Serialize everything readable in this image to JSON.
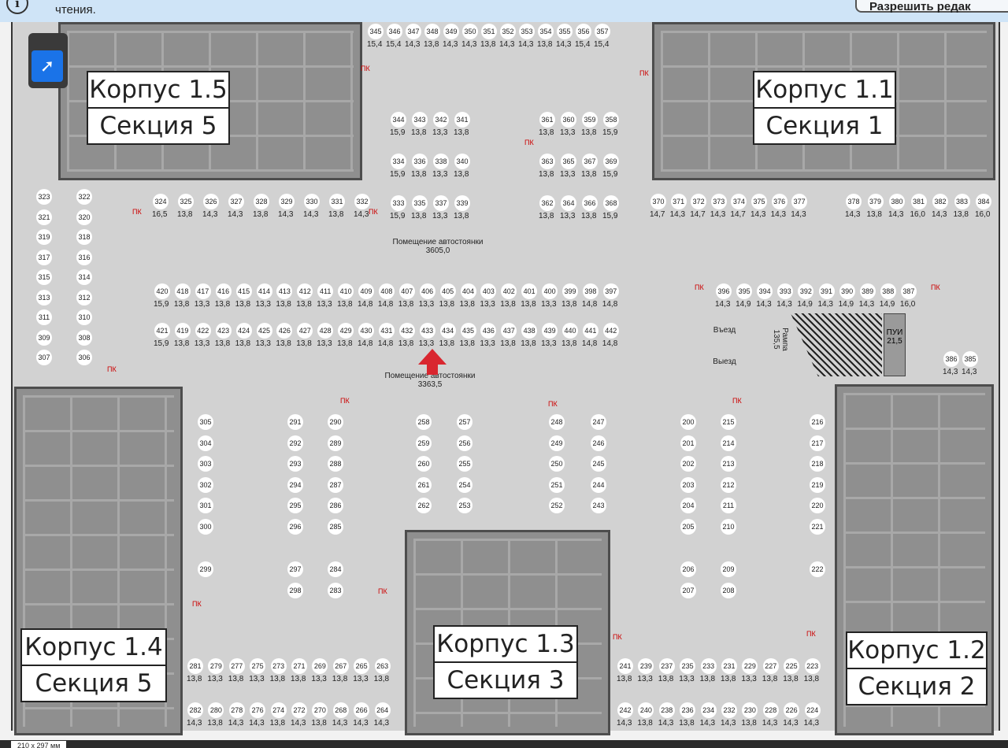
{
  "banner": {
    "message": "чтения.",
    "button": "Разрешить редак"
  },
  "tool": {
    "icon": "pointer-arrow-icon"
  },
  "buildings": [
    {
      "a": "Корпус 1.5",
      "b": "Секция 5"
    },
    {
      "a": "Корпус 1.1",
      "b": "Секция 1"
    },
    {
      "a": "Корпус 1.4",
      "b": "Секция 5"
    },
    {
      "a": "Корпус 1.3",
      "b": "Секция 3"
    },
    {
      "a": "Корпус 1.2",
      "b": "Секция 2"
    }
  ],
  "zones": {
    "upper_title": "Помещение автостоянки",
    "upper_area": "3605,0",
    "lower_title": "Помещение автостоянки",
    "lower_area": "3363,5",
    "entry": "Въезд",
    "exit": "Выезд",
    "ramp": "Рампа",
    "ramp_area": "135,5",
    "pui": "ПУИ",
    "pui_area": "21,5",
    "pk": "ПК"
  },
  "status": {
    "dimension": "210 x 297 мм"
  },
  "rows": [
    {
      "nums": [
        "345",
        "346",
        "347",
        "348",
        "349",
        "350",
        "351",
        "352",
        "353",
        "354",
        "355",
        "356",
        "357"
      ],
      "areas": [
        "15,4",
        "15,4",
        "14,3",
        "13,8",
        "14,3",
        "14,3",
        "13,8",
        "14,3",
        "14,3",
        "13,8",
        "14,3",
        "15,4",
        "15,4"
      ]
    },
    {
      "nums": [
        "344",
        "343",
        "342",
        "341"
      ],
      "areas": [
        "15,9",
        "13,8",
        "13,3",
        "13,8"
      ]
    },
    {
      "nums": [
        "334",
        "336",
        "338",
        "340"
      ],
      "areas": [
        "15,9",
        "13,8",
        "13,3",
        "13,8"
      ]
    },
    {
      "nums": [
        "333",
        "335",
        "337",
        "339"
      ],
      "areas": [
        "15,9",
        "13,8",
        "13,3",
        "13,8"
      ]
    },
    {
      "nums": [
        "361",
        "360",
        "359",
        "358"
      ],
      "areas": [
        "13,8",
        "13,3",
        "13,8",
        "15,9"
      ]
    },
    {
      "nums": [
        "363",
        "365",
        "367",
        "369"
      ],
      "areas": [
        "13,8",
        "13,3",
        "13,8",
        "15,9"
      ]
    },
    {
      "nums": [
        "362",
        "364",
        "366",
        "368"
      ],
      "areas": [
        "13,8",
        "13,3",
        "13,8",
        "15,9"
      ]
    },
    {
      "nums": [
        "324",
        "325",
        "326",
        "327",
        "328",
        "329",
        "330",
        "331",
        "332"
      ],
      "areas": [
        "16,5",
        "13,8",
        "14,3",
        "14,3",
        "13,8",
        "14,3",
        "14,3",
        "13,8",
        "14,3"
      ]
    },
    {
      "nums": [
        "370",
        "371",
        "372",
        "373",
        "374",
        "375",
        "376",
        "377"
      ],
      "areas": [
        "14,7",
        "14,3",
        "14,7",
        "14,3",
        "14,7",
        "14,3",
        "14,3",
        "14,3"
      ]
    },
    {
      "nums": [
        "378",
        "379",
        "380",
        "381",
        "382",
        "383",
        "384"
      ],
      "areas": [
        "14,3",
        "13,8",
        "14,3",
        "16,0",
        "14,3",
        "13,8",
        "16,0"
      ]
    },
    {
      "nums": [
        "420",
        "418",
        "417",
        "416",
        "415",
        "414",
        "413",
        "412",
        "411",
        "410",
        "409",
        "408",
        "407",
        "406",
        "405",
        "404",
        "403",
        "402",
        "401",
        "400",
        "399",
        "398",
        "397"
      ],
      "areas": [
        "15,9",
        "13,8",
        "13,3",
        "13,8",
        "13,8",
        "13,3",
        "13,8",
        "13,8",
        "13,3",
        "13,8",
        "14,8",
        "14,8",
        "13,8",
        "13,3",
        "13,8",
        "13,8",
        "13,3",
        "13,8",
        "13,8",
        "13,3",
        "13,8",
        "14,8",
        "14,8"
      ]
    },
    {
      "nums": [
        "421",
        "419",
        "422",
        "423",
        "424",
        "425",
        "426",
        "427",
        "428",
        "429",
        "430",
        "431",
        "432",
        "433",
        "434",
        "435",
        "436",
        "437",
        "438",
        "439",
        "440",
        "441",
        "442"
      ],
      "areas": [
        "15,9",
        "13,8",
        "13,3",
        "13,8",
        "13,8",
        "13,3",
        "13,8",
        "13,8",
        "13,3",
        "13,8",
        "14,8",
        "14,8",
        "13,8",
        "13,3",
        "13,8",
        "13,8",
        "13,3",
        "13,8",
        "13,8",
        "13,3",
        "13,8",
        "14,8",
        "14,8"
      ]
    },
    {
      "nums": [
        "396",
        "395",
        "394",
        "393",
        "392",
        "391",
        "390",
        "389",
        "388",
        "387"
      ],
      "areas": [
        "14,3",
        "14,9",
        "14,3",
        "14,3",
        "14,9",
        "14,3",
        "14,9",
        "14,3",
        "14,9",
        "16,0"
      ]
    },
    {
      "nums": [
        "386",
        "385"
      ],
      "areas": [
        "14,3",
        "14,3"
      ]
    },
    {
      "nums": [
        "281",
        "279",
        "277",
        "275",
        "273",
        "271",
        "269",
        "267",
        "265",
        "263"
      ],
      "areas": [
        "13,8",
        "13,3",
        "13,8",
        "13,3",
        "13,8",
        "13,8",
        "13,3",
        "13,8",
        "13,3",
        "13,8"
      ]
    },
    {
      "nums": [
        "282",
        "280",
        "278",
        "276",
        "274",
        "272",
        "270",
        "268",
        "266",
        "264"
      ],
      "areas": [
        "14,3",
        "13,8",
        "14,3",
        "14,3",
        "13,8",
        "14,3",
        "13,8",
        "14,3",
        "14,3",
        "14,3"
      ]
    },
    {
      "nums": [
        "241",
        "239",
        "237",
        "235",
        "233",
        "231",
        "229",
        "227",
        "225",
        "223"
      ],
      "areas": [
        "13,8",
        "13,3",
        "13,8",
        "13,3",
        "13,8",
        "13,8",
        "13,3",
        "13,8",
        "13,8",
        "13,8"
      ]
    },
    {
      "nums": [
        "242",
        "240",
        "238",
        "236",
        "234",
        "232",
        "230",
        "228",
        "226",
        "224"
      ],
      "areas": [
        "14,3",
        "13,8",
        "14,3",
        "13,8",
        "14,3",
        "14,3",
        "13,8",
        "14,3",
        "14,3",
        "14,3"
      ]
    }
  ],
  "columns": [
    {
      "nums": [
        "323",
        "321",
        "319",
        "317",
        "315",
        "313",
        "311",
        "309",
        "307"
      ]
    },
    {
      "nums": [
        "322",
        "320",
        "318",
        "316",
        "314",
        "312",
        "310",
        "308",
        "306"
      ]
    },
    {
      "nums": [
        "305",
        "304",
        "303",
        "302",
        "301",
        "300",
        "299"
      ]
    },
    {
      "nums": [
        "291",
        "292",
        "293",
        "294",
        "295",
        "296",
        "297",
        "298"
      ]
    },
    {
      "nums": [
        "290",
        "289",
        "288",
        "287",
        "286",
        "285",
        "284",
        "283"
      ]
    },
    {
      "nums": [
        "258",
        "259",
        "260",
        "261",
        "262"
      ]
    },
    {
      "nums": [
        "257",
        "256",
        "255",
        "254",
        "253"
      ]
    },
    {
      "nums": [
        "248",
        "249",
        "250",
        "251",
        "252"
      ]
    },
    {
      "nums": [
        "247",
        "246",
        "245",
        "244",
        "243"
      ]
    },
    {
      "nums": [
        "200",
        "201",
        "202",
        "203",
        "204",
        "205",
        "206",
        "207"
      ]
    },
    {
      "nums": [
        "215",
        "214",
        "213",
        "212",
        "211",
        "210",
        "209",
        "208"
      ]
    },
    {
      "nums": [
        "216",
        "217",
        "218",
        "219",
        "220",
        "221",
        "222"
      ]
    }
  ]
}
